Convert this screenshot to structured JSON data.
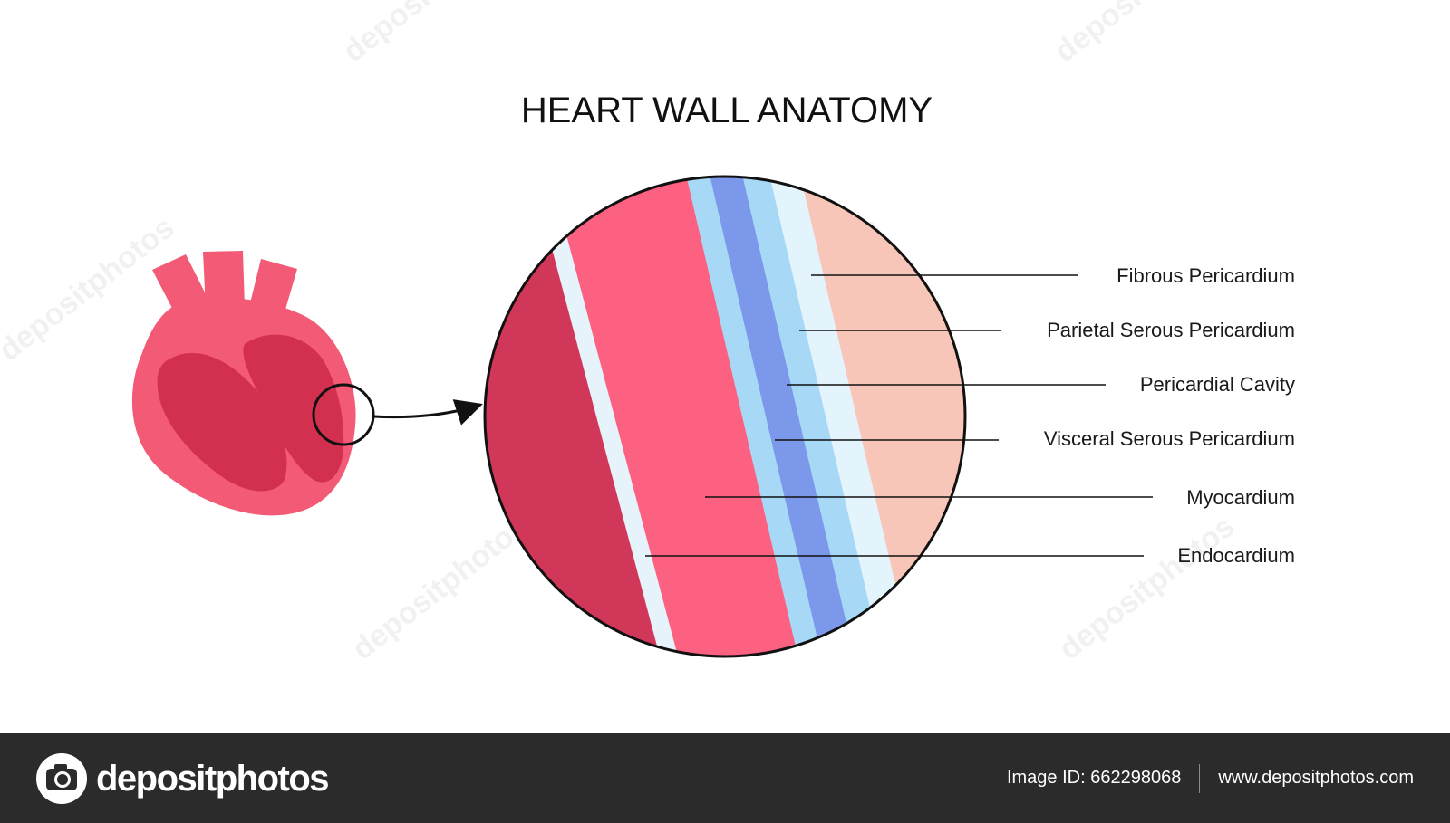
{
  "title": "HEART WALL ANATOMY",
  "labels": [
    {
      "id": "fibrous",
      "text": "Fibrous Pericardium"
    },
    {
      "id": "parietal",
      "text": "Parietal Serous Pericardium"
    },
    {
      "id": "cavity",
      "text": "Pericardial Cavity"
    },
    {
      "id": "visceral",
      "text": "Visceral Serous Pericardium"
    },
    {
      "id": "myocardium",
      "text": "Myocardium"
    },
    {
      "id": "endocardium",
      "text": "Endocardium"
    }
  ],
  "colors": {
    "heart_outer": "#f25a76",
    "heart_inner": "#d3304f",
    "inner_chamber_dark": "#d13758",
    "endocardium": "#e6f3fb",
    "myocardium": "#fd6181",
    "visceral": "#a7d9f7",
    "cavity": "#7b98ea",
    "parietal": "#a7d9f7",
    "serous_white": "#e4f4fc",
    "fibrous": "#f8c5b9",
    "outline": "#111111"
  },
  "watermark": {
    "text": "depositphotos"
  },
  "footer": {
    "brand": "depositphotos",
    "image_id": "Image ID: 662298068",
    "website": "www.depositphotos.com"
  }
}
